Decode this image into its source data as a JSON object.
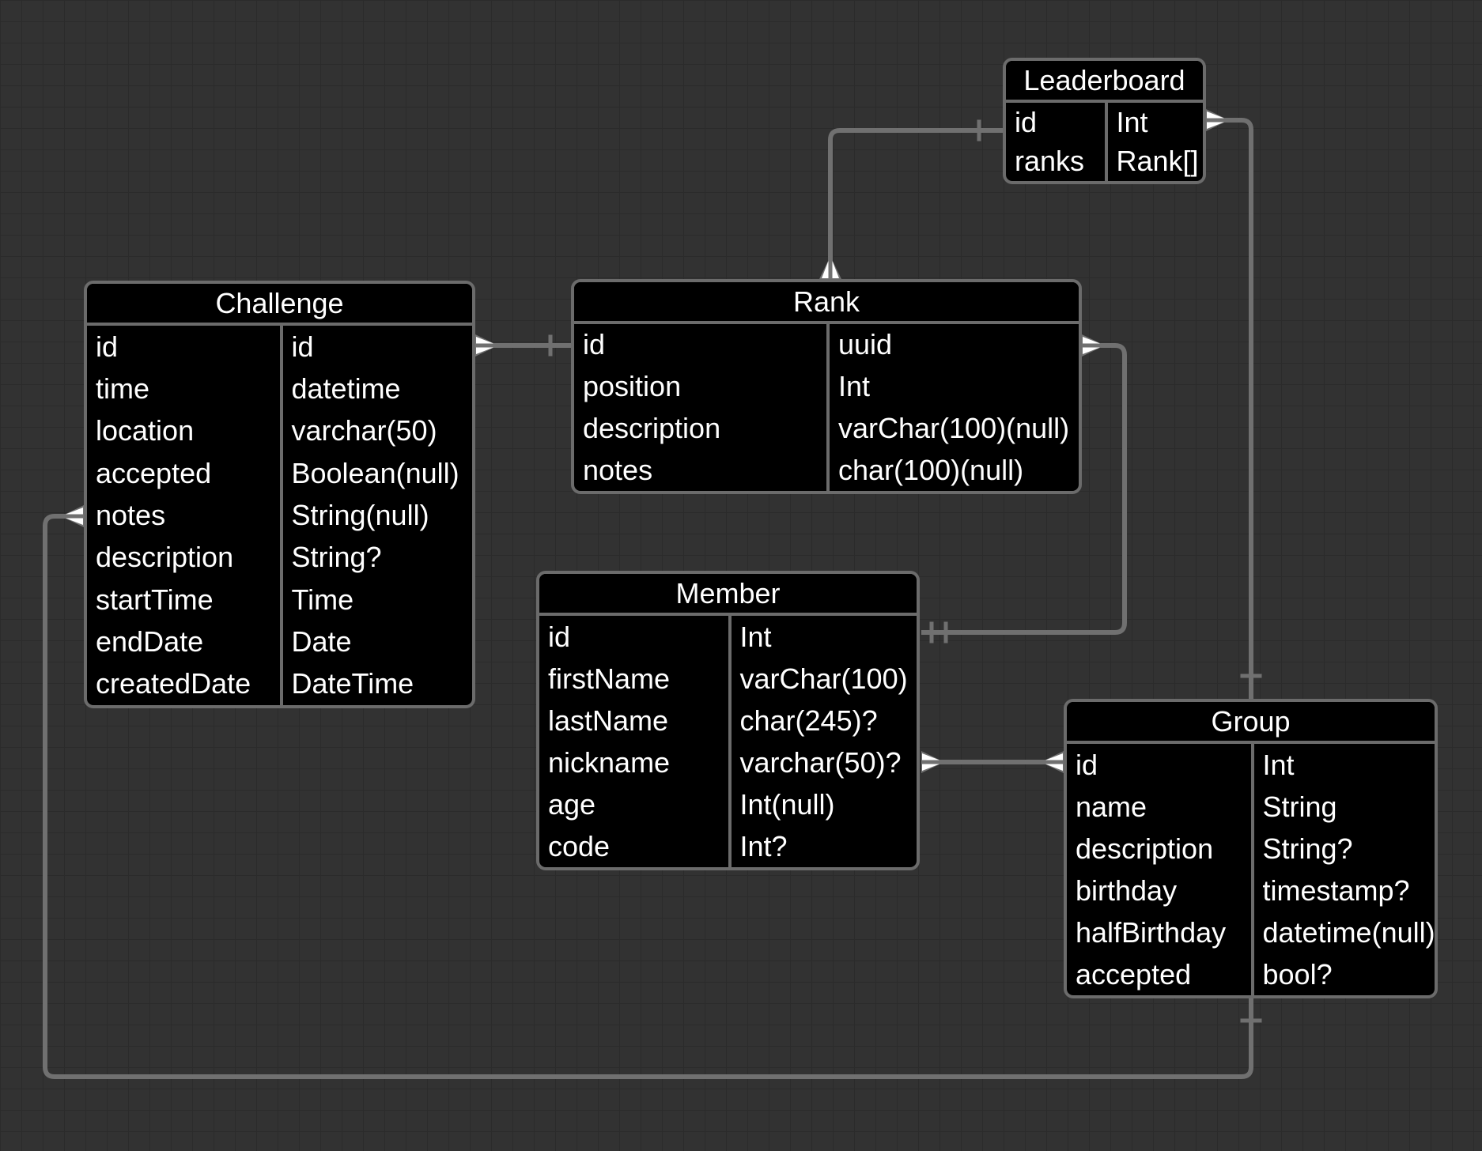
{
  "diagram": {
    "kind": "entity-relationship-diagram"
  },
  "theme": {
    "bg": "#323232",
    "grid_line": "#2b2b2b",
    "table_fill": "#000000",
    "table_border": "#6b6b6b",
    "connector": "#707070",
    "text": "#ffffff"
  },
  "tables": {
    "leaderboard": {
      "title": "Leaderboard",
      "fields": [
        {
          "name": "id",
          "type": "Int"
        },
        {
          "name": "ranks",
          "type": "Rank[]"
        }
      ]
    },
    "challenge": {
      "title": "Challenge",
      "fields": [
        {
          "name": "id",
          "type": "id"
        },
        {
          "name": "time",
          "type": "datetime"
        },
        {
          "name": "location",
          "type": "varchar(50)"
        },
        {
          "name": "accepted",
          "type": "Boolean(null)"
        },
        {
          "name": "notes",
          "type": "String(null)"
        },
        {
          "name": "description",
          "type": "String?"
        },
        {
          "name": "startTime",
          "type": "Time"
        },
        {
          "name": "endDate",
          "type": "Date"
        },
        {
          "name": "createdDate",
          "type": "DateTime"
        }
      ]
    },
    "rank": {
      "title": "Rank",
      "fields": [
        {
          "name": "id",
          "type": "uuid"
        },
        {
          "name": "position",
          "type": "Int"
        },
        {
          "name": "description",
          "type": "varChar(100)(null)"
        },
        {
          "name": "notes",
          "type": "char(100)(null)"
        }
      ]
    },
    "member": {
      "title": "Member",
      "fields": [
        {
          "name": "id",
          "type": "Int"
        },
        {
          "name": "firstName",
          "type": "varChar(100)"
        },
        {
          "name": "lastName",
          "type": "char(245)?"
        },
        {
          "name": "nickname",
          "type": "varchar(50)?"
        },
        {
          "name": "age",
          "type": "Int(null)"
        },
        {
          "name": "code",
          "type": "Int?"
        }
      ]
    },
    "group": {
      "title": "Group",
      "fields": [
        {
          "name": "id",
          "type": "Int"
        },
        {
          "name": "name",
          "type": "String"
        },
        {
          "name": "description",
          "type": "String?"
        },
        {
          "name": "birthday",
          "type": "timestamp?"
        },
        {
          "name": "halfBirthday",
          "type": "datetime(null)"
        },
        {
          "name": "accepted",
          "type": "bool?"
        }
      ]
    }
  },
  "relationships": [
    {
      "from": "Challenge.id",
      "to": "Rank.id",
      "from_cardinality": "many",
      "to_cardinality": "one"
    },
    {
      "from": "Leaderboard.id",
      "to": "Rank",
      "from_cardinality": "one",
      "to_cardinality": "many"
    },
    {
      "from": "Leaderboard.id",
      "to": "Group",
      "from_cardinality": "many",
      "to_cardinality": "one"
    },
    {
      "from": "Rank.uuid",
      "to": "Member.id",
      "from_cardinality": "many",
      "to_cardinality": "exactly_one"
    },
    {
      "from": "Member.nickname",
      "to": "Group.id",
      "from_cardinality": "many",
      "to_cardinality": "many"
    },
    {
      "from": "Group",
      "to": "Challenge.notes",
      "from_cardinality": "one",
      "to_cardinality": "many"
    }
  ]
}
